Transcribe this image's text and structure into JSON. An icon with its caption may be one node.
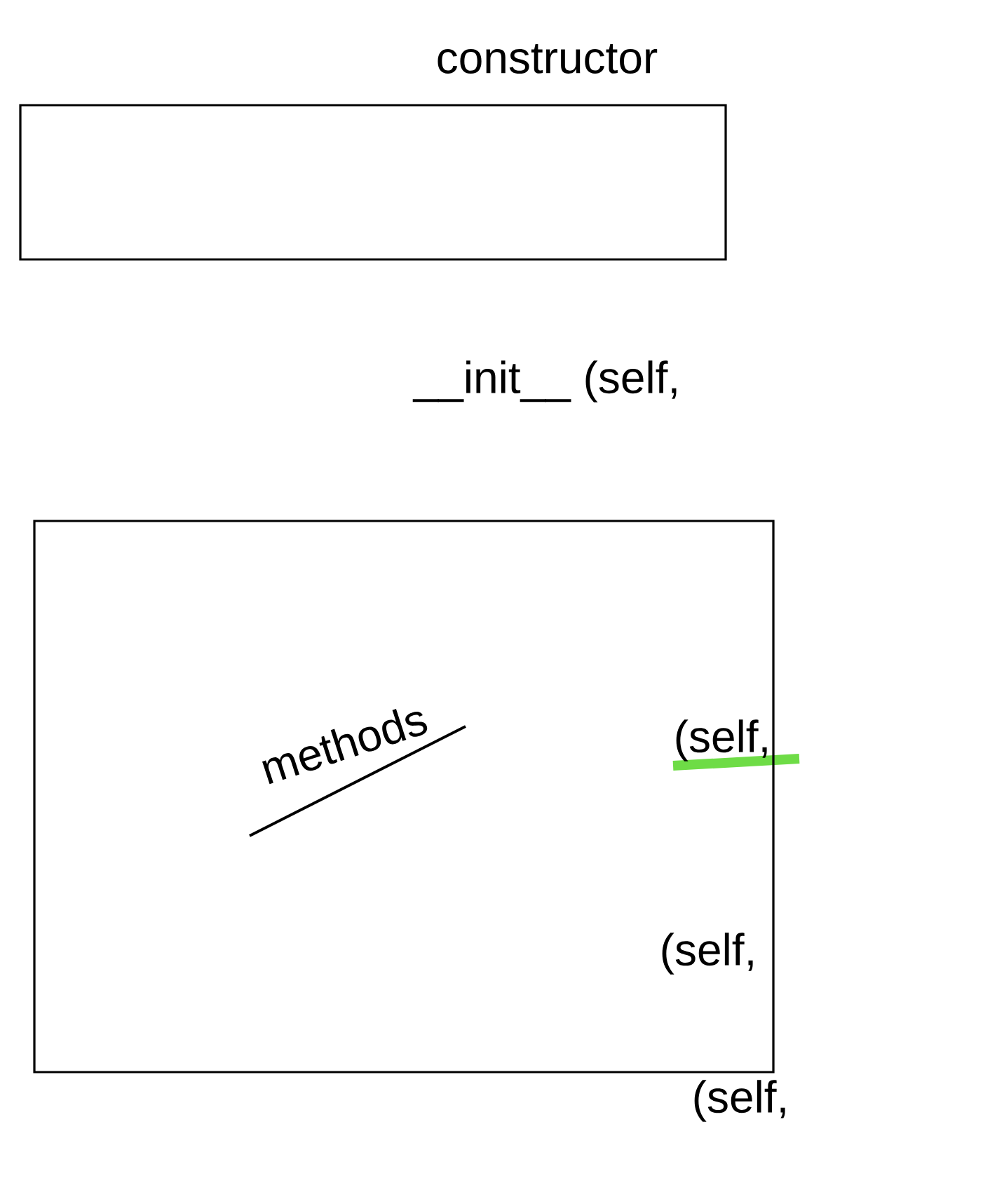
{
  "diagram": {
    "nodes": [
      {
        "text": [
          "constructor"
        ]
      },
      {
        "text": [
          "methods"
        ]
      }
    ],
    "labels": [
      "__init__ (self,",
      "(self,",
      "(self,",
      "(self,"
    ]
  }
}
